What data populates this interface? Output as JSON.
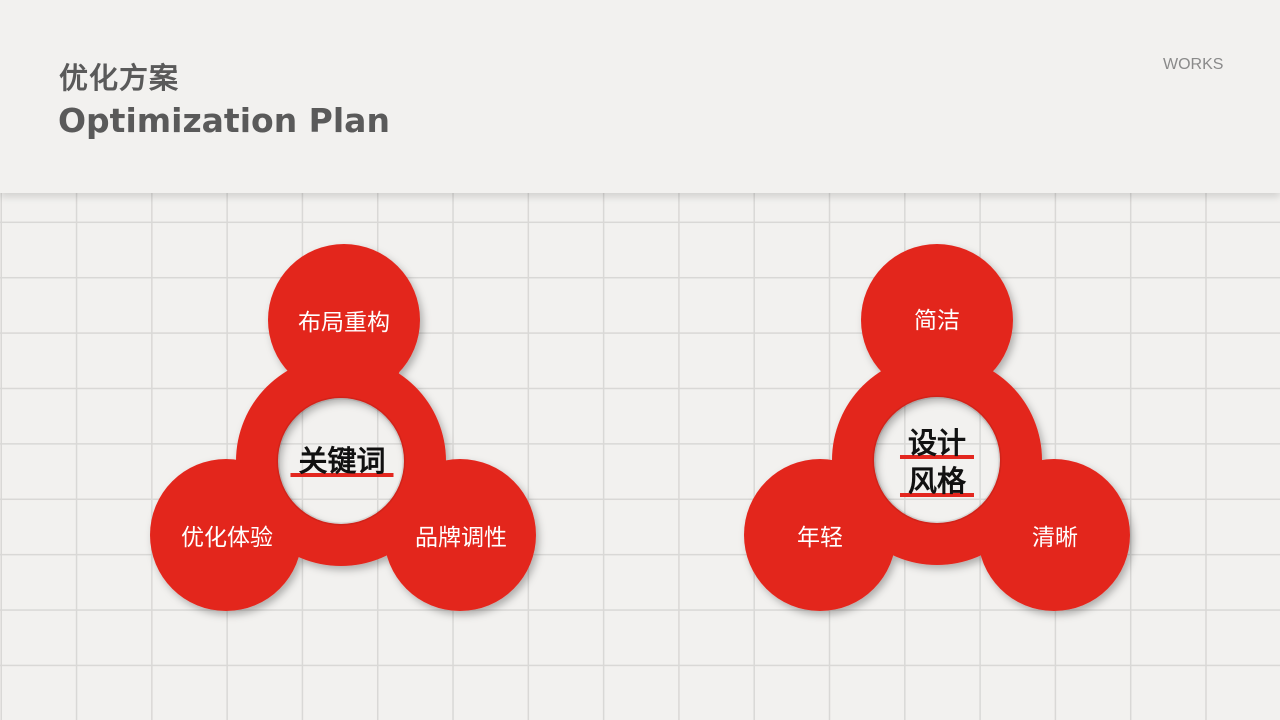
{
  "header": {
    "title_cn": "优化方案",
    "title_en": "Optimization Plan",
    "section_tag": "WORKS"
  },
  "colors": {
    "accent_red": "#e3271f",
    "background": "#f2f1ef",
    "grid_line": "#d9d8d6",
    "title_text": "#5a5a5a"
  },
  "diagrams": [
    {
      "center": "关键词",
      "lobes": {
        "top": "布局重构",
        "left": "优化体验",
        "right": "品牌调性"
      }
    },
    {
      "center_lines": [
        "设计",
        "风格"
      ],
      "lobes": {
        "top": "简洁",
        "left": "年轻",
        "right": "清晰"
      }
    }
  ]
}
